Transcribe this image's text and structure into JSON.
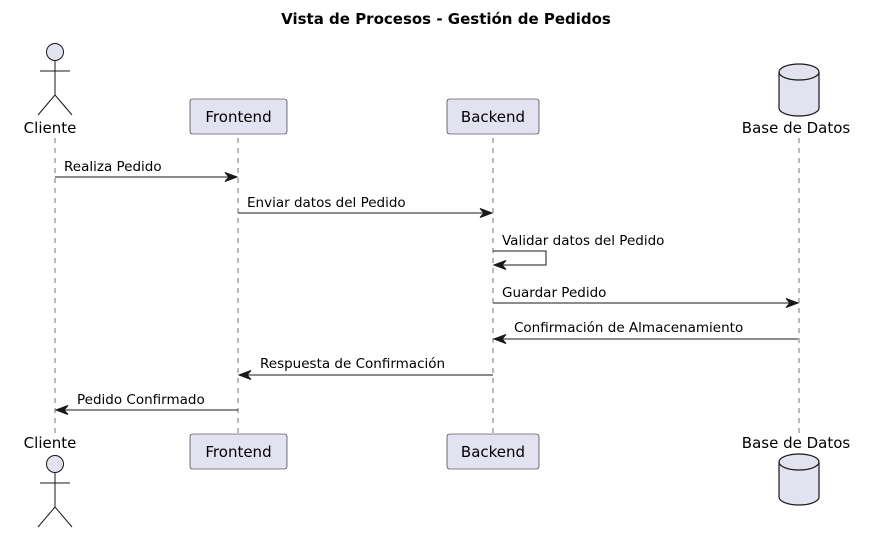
{
  "title": "Vista de Procesos - Gestión de Pedidos",
  "colors": {
    "participant_fill": "#e2e2f0",
    "line": "#181818",
    "text": "#000000"
  },
  "participants": [
    {
      "id": "cliente",
      "type": "actor",
      "label": "Cliente"
    },
    {
      "id": "frontend",
      "type": "participant",
      "label": "Frontend"
    },
    {
      "id": "backend",
      "type": "participant",
      "label": "Backend"
    },
    {
      "id": "db",
      "type": "database",
      "label": "Base de Datos"
    }
  ],
  "messages": [
    {
      "from": "cliente",
      "to": "frontend",
      "label": "Realiza Pedido"
    },
    {
      "from": "frontend",
      "to": "backend",
      "label": "Enviar datos del Pedido"
    },
    {
      "from": "backend",
      "to": "backend",
      "label": "Validar datos del Pedido"
    },
    {
      "from": "backend",
      "to": "db",
      "label": "Guardar Pedido"
    },
    {
      "from": "db",
      "to": "backend",
      "label": "Confirmación de Almacenamiento"
    },
    {
      "from": "backend",
      "to": "frontend",
      "label": "Respuesta de Confirmación"
    },
    {
      "from": "frontend",
      "to": "cliente",
      "label": "Pedido Confirmado"
    }
  ]
}
